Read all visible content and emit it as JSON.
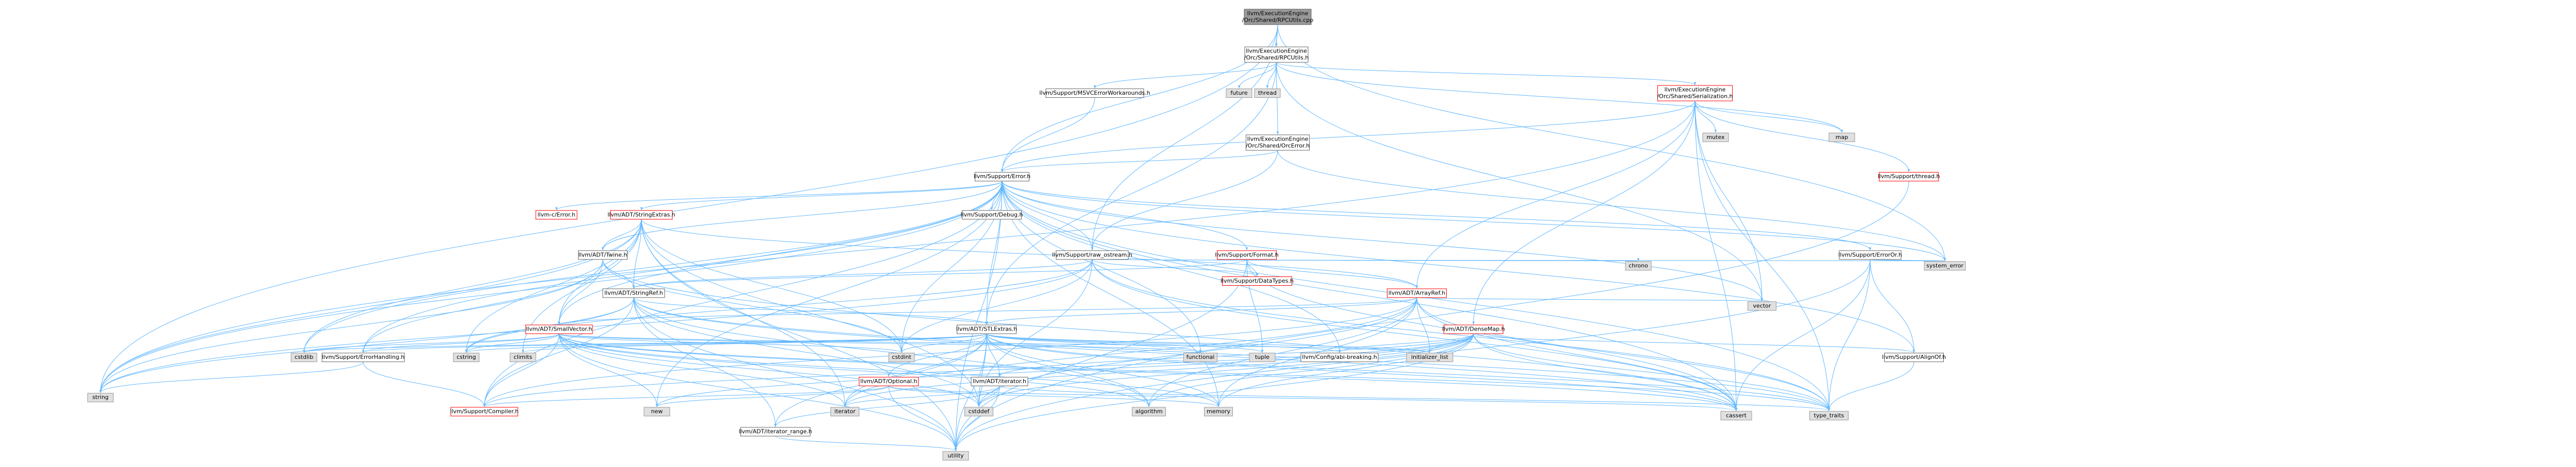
{
  "colors": {
    "edge": "#63b8ff",
    "root_fill": "#999999",
    "root_stroke": "#666666",
    "file_fill": "#ffffff",
    "file_stroke": "#666666",
    "truncated_stroke": "#ff0000",
    "system_fill": "#e0e0e0",
    "system_stroke": "#999999",
    "text": "#000000",
    "truncated_text": "#000000"
  },
  "nodes": [
    {
      "id": "root",
      "kind": "root",
      "lines": [
        "llvm/ExecutionEngine",
        "/Orc/Shared/RPCUtils.cpp"
      ]
    },
    {
      "id": "rpcutils_h",
      "kind": "file",
      "lines": [
        "llvm/ExecutionEngine",
        "/Orc/Shared/RPCUtils.h"
      ]
    },
    {
      "id": "msvc",
      "kind": "file",
      "lines": [
        "llvm/Support/MSVCErrorWorkarounds.h"
      ]
    },
    {
      "id": "future",
      "kind": "system",
      "lines": [
        "future"
      ]
    },
    {
      "id": "thread",
      "kind": "system",
      "lines": [
        "thread"
      ]
    },
    {
      "id": "serialization",
      "kind": "truncated",
      "lines": [
        "llvm/ExecutionEngine",
        "/Orc/Shared/Serialization.h"
      ]
    },
    {
      "id": "mutex",
      "kind": "system",
      "lines": [
        "mutex"
      ]
    },
    {
      "id": "map",
      "kind": "system",
      "lines": [
        "map"
      ]
    },
    {
      "id": "orcerror",
      "kind": "file",
      "lines": [
        "llvm/ExecutionEngine",
        "/Orc/Shared/OrcError.h"
      ]
    },
    {
      "id": "sup_thread",
      "kind": "truncated",
      "lines": [
        "llvm/Support/thread.h"
      ]
    },
    {
      "id": "sup_error",
      "kind": "file",
      "lines": [
        "llvm/Support/Error.h"
      ]
    },
    {
      "id": "c_error",
      "kind": "truncated",
      "lines": [
        "llvm-c/Error.h"
      ]
    },
    {
      "id": "stringextras",
      "kind": "truncated",
      "lines": [
        "llvm/ADT/StringExtras.h"
      ]
    },
    {
      "id": "sup_debug",
      "kind": "file",
      "lines": [
        "llvm/Support/Debug.h"
      ]
    },
    {
      "id": "twine",
      "kind": "file",
      "lines": [
        "llvm/ADT/Twine.h"
      ]
    },
    {
      "id": "raw_ostream",
      "kind": "file",
      "lines": [
        "llvm/Support/raw_ostream.h"
      ]
    },
    {
      "id": "format",
      "kind": "truncated",
      "lines": [
        "llvm/Support/Format.h"
      ]
    },
    {
      "id": "erroror",
      "kind": "file",
      "lines": [
        "llvm/Support/ErrorOr.h"
      ]
    },
    {
      "id": "system_error",
      "kind": "system",
      "lines": [
        "system_error"
      ]
    },
    {
      "id": "datatypes",
      "kind": "truncated",
      "lines": [
        "llvm/Support/DataTypes.h"
      ]
    },
    {
      "id": "stringref",
      "kind": "file",
      "lines": [
        "llvm/ADT/StringRef.h"
      ]
    },
    {
      "id": "chrono",
      "kind": "system",
      "lines": [
        "chrono"
      ]
    },
    {
      "id": "arrayref",
      "kind": "truncated",
      "lines": [
        "llvm/ADT/ArrayRef.h"
      ]
    },
    {
      "id": "vector",
      "kind": "system",
      "lines": [
        "vector"
      ]
    },
    {
      "id": "smallvector",
      "kind": "truncated",
      "lines": [
        "llvm/ADT/SmallVector.h"
      ]
    },
    {
      "id": "stlextras",
      "kind": "file",
      "lines": [
        "llvm/ADT/STLExtras.h"
      ]
    },
    {
      "id": "densemap",
      "kind": "truncated",
      "lines": [
        "llvm/ADT/DenseMap.h"
      ]
    },
    {
      "id": "cstdlib",
      "kind": "system",
      "lines": [
        "cstdlib"
      ]
    },
    {
      "id": "errorhandling",
      "kind": "file",
      "lines": [
        "llvm/Support/ErrorHandling.h"
      ]
    },
    {
      "id": "climits",
      "kind": "system",
      "lines": [
        "climits"
      ]
    },
    {
      "id": "cstring",
      "kind": "system",
      "lines": [
        "cstring"
      ]
    },
    {
      "id": "cstdint",
      "kind": "system",
      "lines": [
        "cstdint"
      ]
    },
    {
      "id": "optional",
      "kind": "truncated",
      "lines": [
        "llvm/ADT/Optional.h"
      ]
    },
    {
      "id": "adt_iterator",
      "kind": "file",
      "lines": [
        "llvm/ADT/iterator.h"
      ]
    },
    {
      "id": "functional",
      "kind": "system",
      "lines": [
        "functional"
      ]
    },
    {
      "id": "tuple",
      "kind": "system",
      "lines": [
        "tuple"
      ]
    },
    {
      "id": "configbreaking",
      "kind": "file",
      "lines": [
        "llvm/Config/abi-breaking.h"
      ]
    },
    {
      "id": "initializer_list",
      "kind": "system",
      "lines": [
        "initializer_list"
      ]
    },
    {
      "id": "alignof",
      "kind": "file",
      "lines": [
        "llvm/Support/AlignOf.h"
      ]
    },
    {
      "id": "string",
      "kind": "system",
      "lines": [
        "string"
      ]
    },
    {
      "id": "compiler",
      "kind": "truncated",
      "lines": [
        "llvm/Support/Compiler.h"
      ]
    },
    {
      "id": "new",
      "kind": "system",
      "lines": [
        "new"
      ]
    },
    {
      "id": "iterator_range",
      "kind": "file",
      "lines": [
        "llvm/ADT/iterator_range.h"
      ]
    },
    {
      "id": "iterator",
      "kind": "system",
      "lines": [
        "iterator"
      ]
    },
    {
      "id": "cstddef",
      "kind": "system",
      "lines": [
        "cstddef"
      ]
    },
    {
      "id": "algorithm",
      "kind": "system",
      "lines": [
        "algorithm"
      ]
    },
    {
      "id": "memory",
      "kind": "system",
      "lines": [
        "memory"
      ]
    },
    {
      "id": "cassert",
      "kind": "system",
      "lines": [
        "cassert"
      ]
    },
    {
      "id": "type_traits",
      "kind": "system",
      "lines": [
        "type_traits"
      ]
    },
    {
      "id": "utility",
      "kind": "system",
      "lines": [
        "utility"
      ]
    }
  ],
  "edges": [
    [
      "root",
      "rpcutils_h"
    ],
    [
      "root",
      "sup_error"
    ],
    [
      "root",
      "string"
    ],
    [
      "root",
      "system_error"
    ],
    [
      "root",
      "raw_ostream"
    ],
    [
      "rpcutils_h",
      "msvc"
    ],
    [
      "rpcutils_h",
      "future"
    ],
    [
      "rpcutils_h",
      "thread"
    ],
    [
      "rpcutils_h",
      "serialization"
    ],
    [
      "rpcutils_h",
      "orcerror"
    ],
    [
      "rpcutils_h",
      "map"
    ],
    [
      "rpcutils_h",
      "vector"
    ],
    [
      "rpcutils_h",
      "stlextras"
    ],
    [
      "msvc",
      "sup_error"
    ],
    [
      "serialization",
      "mutex"
    ],
    [
      "serialization",
      "map"
    ],
    [
      "serialization",
      "sup_thread"
    ],
    [
      "serialization",
      "sup_error"
    ],
    [
      "serialization",
      "arrayref"
    ],
    [
      "serialization",
      "densemap"
    ],
    [
      "serialization",
      "string"
    ],
    [
      "serialization",
      "vector"
    ],
    [
      "serialization",
      "cassert"
    ],
    [
      "serialization",
      "type_traits"
    ],
    [
      "orcerror",
      "sup_error"
    ],
    [
      "orcerror",
      "raw_ostream"
    ],
    [
      "orcerror",
      "system_error"
    ],
    [
      "sup_thread",
      "utility"
    ],
    [
      "sup_error",
      "c_error"
    ],
    [
      "sup_error",
      "stringextras"
    ],
    [
      "sup_error",
      "sup_debug"
    ],
    [
      "sup_error",
      "twine"
    ],
    [
      "sup_error",
      "raw_ostream"
    ],
    [
      "sup_error",
      "format"
    ],
    [
      "sup_error",
      "erroror"
    ],
    [
      "sup_error",
      "system_error"
    ],
    [
      "sup_error",
      "stlextras"
    ],
    [
      "sup_error",
      "smallvector"
    ],
    [
      "sup_error",
      "errorhandling"
    ],
    [
      "sup_error",
      "compiler"
    ],
    [
      "sup_error",
      "configbreaking"
    ],
    [
      "sup_error",
      "alignof"
    ],
    [
      "sup_error",
      "vector"
    ],
    [
      "sup_error",
      "cassert"
    ],
    [
      "sup_error",
      "type_traits"
    ],
    [
      "sup_error",
      "cstdint"
    ],
    [
      "sup_error",
      "cstdlib"
    ],
    [
      "sup_error",
      "functional"
    ],
    [
      "sup_error",
      "memory"
    ],
    [
      "sup_error",
      "new"
    ],
    [
      "sup_error",
      "string"
    ],
    [
      "sup_error",
      "utility"
    ],
    [
      "stringextras",
      "arrayref"
    ],
    [
      "stringextras",
      "smallvector"
    ],
    [
      "stringextras",
      "stringref"
    ],
    [
      "stringextras",
      "twine"
    ],
    [
      "stringextras",
      "cstddef"
    ],
    [
      "stringextras",
      "cstdint"
    ],
    [
      "stringextras",
      "cstdlib"
    ],
    [
      "stringextras",
      "cstring"
    ],
    [
      "stringextras",
      "iterator"
    ],
    [
      "stringextras",
      "string"
    ],
    [
      "stringextras",
      "utility"
    ],
    [
      "stringextras",
      "climits"
    ],
    [
      "twine",
      "smallvector"
    ],
    [
      "twine",
      "stringref"
    ],
    [
      "twine",
      "errorhandling"
    ],
    [
      "twine",
      "cassert"
    ],
    [
      "twine",
      "cstdint"
    ],
    [
      "twine",
      "string"
    ],
    [
      "raw_ostream",
      "stringref"
    ],
    [
      "raw_ostream",
      "datatypes"
    ],
    [
      "raw_ostream",
      "cassert"
    ],
    [
      "raw_ostream",
      "chrono"
    ],
    [
      "raw_ostream",
      "cstddef"
    ],
    [
      "raw_ostream",
      "cstdint"
    ],
    [
      "raw_ostream",
      "cstring"
    ],
    [
      "raw_ostream",
      "string"
    ],
    [
      "raw_ostream",
      "type_traits"
    ],
    [
      "raw_ostream",
      "system_error"
    ],
    [
      "format",
      "arrayref"
    ],
    [
      "format",
      "stringref"
    ],
    [
      "format",
      "datatypes"
    ],
    [
      "format",
      "cassert"
    ],
    [
      "format",
      "cstdio"
    ],
    [
      "format",
      "tuple"
    ],
    [
      "format",
      "utility"
    ],
    [
      "erroror",
      "alignof"
    ],
    [
      "erroror",
      "cassert"
    ],
    [
      "erroror",
      "system_error"
    ],
    [
      "erroror",
      "type_traits"
    ],
    [
      "erroror",
      "utility"
    ],
    [
      "stringref",
      "stlextras"
    ],
    [
      "stringref",
      "iterator_range"
    ],
    [
      "stringref",
      "compiler"
    ],
    [
      "stringref",
      "algorithm"
    ],
    [
      "stringref",
      "cassert"
    ],
    [
      "stringref",
      "cstddef"
    ],
    [
      "stringref",
      "cstring"
    ],
    [
      "stringref",
      "limits"
    ],
    [
      "stringref",
      "string"
    ],
    [
      "stringref",
      "type_traits"
    ],
    [
      "stringref",
      "utility"
    ],
    [
      "arrayref",
      "smallvector"
    ],
    [
      "arrayref",
      "stlextras"
    ],
    [
      "arrayref",
      "compiler"
    ],
    [
      "arrayref",
      "algorithm"
    ],
    [
      "arrayref",
      "array"
    ],
    [
      "arrayref",
      "cassert"
    ],
    [
      "arrayref",
      "cstddef"
    ],
    [
      "arrayref",
      "initializer_list"
    ],
    [
      "arrayref",
      "iterator"
    ],
    [
      "arrayref",
      "memory"
    ],
    [
      "arrayref",
      "type_traits"
    ],
    [
      "arrayref",
      "vector"
    ],
    [
      "smallvector",
      "compiler"
    ],
    [
      "smallvector",
      "errorhandling"
    ],
    [
      "smallvector",
      "algorithm"
    ],
    [
      "smallvector",
      "cassert"
    ],
    [
      "smallvector",
      "cstddef"
    ],
    [
      "smallvector",
      "cstdlib"
    ],
    [
      "smallvector",
      "cstring"
    ],
    [
      "smallvector",
      "functional"
    ],
    [
      "smallvector",
      "initializer_list"
    ],
    [
      "smallvector",
      "iterator"
    ],
    [
      "smallvector",
      "limits"
    ],
    [
      "smallvector",
      "memory"
    ],
    [
      "smallvector",
      "new"
    ],
    [
      "smallvector",
      "type_traits"
    ],
    [
      "smallvector",
      "utility"
    ],
    [
      "smallvector",
      "cstdint"
    ],
    [
      "stlextras",
      "optional"
    ],
    [
      "stlextras",
      "adt_iterator"
    ],
    [
      "stlextras",
      "iterator_range"
    ],
    [
      "stlextras",
      "configbreaking"
    ],
    [
      "stlextras",
      "errorhandling"
    ],
    [
      "stlextras",
      "algorithm"
    ],
    [
      "stlextras",
      "cassert"
    ],
    [
      "stlextras",
      "cstddef"
    ],
    [
      "stlextras",
      "cstdint"
    ],
    [
      "stlextras",
      "cstdlib"
    ],
    [
      "stlextras",
      "functional"
    ],
    [
      "stlextras",
      "initializer_list"
    ],
    [
      "stlextras",
      "iterator"
    ],
    [
      "stlextras",
      "limits"
    ],
    [
      "stlextras",
      "memory"
    ],
    [
      "stlextras",
      "tuple"
    ],
    [
      "stlextras",
      "type_traits"
    ],
    [
      "stlextras",
      "utility"
    ],
    [
      "stlextras",
      "climits"
    ],
    [
      "stlextras",
      "cstring"
    ],
    [
      "densemap",
      "adt_iterator"
    ],
    [
      "densemap",
      "alignof"
    ],
    [
      "densemap",
      "compiler"
    ],
    [
      "densemap",
      "algorithm"
    ],
    [
      "densemap",
      "cassert"
    ],
    [
      "densemap",
      "cstddef"
    ],
    [
      "densemap",
      "initializer_list"
    ],
    [
      "densemap",
      "iterator"
    ],
    [
      "densemap",
      "new"
    ],
    [
      "densemap",
      "type_traits"
    ],
    [
      "densemap",
      "utility"
    ],
    [
      "densemap",
      "configbreaking"
    ],
    [
      "densemap",
      "memory"
    ],
    [
      "errorhandling",
      "compiler"
    ],
    [
      "errorhandling",
      "string"
    ],
    [
      "optional",
      "compiler"
    ],
    [
      "optional",
      "cassert"
    ],
    [
      "optional",
      "memory"
    ],
    [
      "optional",
      "new"
    ],
    [
      "optional",
      "utility"
    ],
    [
      "adt_iterator",
      "iterator_range"
    ],
    [
      "adt_iterator",
      "cstddef"
    ],
    [
      "adt_iterator",
      "iterator"
    ],
    [
      "adt_iterator",
      "type_traits"
    ],
    [
      "adt_iterator",
      "utility"
    ],
    [
      "iterator_range",
      "utility"
    ],
    [
      "alignof",
      "type_traits"
    ]
  ]
}
